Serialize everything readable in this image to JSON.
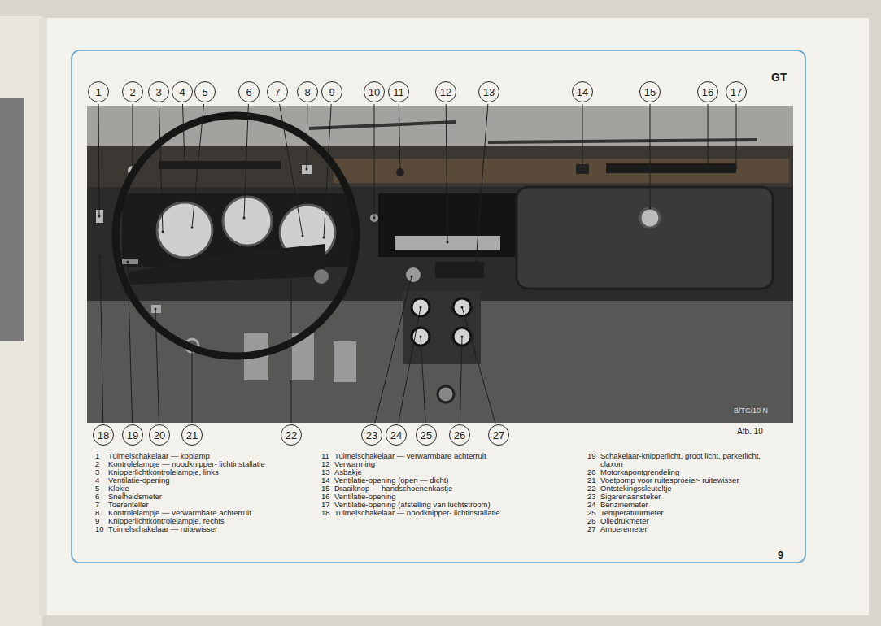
{
  "diagram": {
    "nodes": [
      {
        "text": [
          "1"
        ]
      },
      {
        "text": [
          "2"
        ]
      },
      {
        "text": [
          "3"
        ]
      },
      {
        "text": [
          "4"
        ]
      },
      {
        "text": [
          "5"
        ]
      },
      {
        "text": [
          "6"
        ]
      },
      {
        "text": [
          "7"
        ]
      },
      {
        "text": [
          "8"
        ]
      },
      {
        "text": [
          "9"
        ]
      },
      {
        "text": [
          "10"
        ]
      },
      {
        "text": [
          "11"
        ]
      },
      {
        "text": [
          "12"
        ]
      },
      {
        "text": [
          "13"
        ]
      },
      {
        "text": [
          "14"
        ]
      },
      {
        "text": [
          "15"
        ]
      },
      {
        "text": [
          "16"
        ]
      },
      {
        "text": [
          "17"
        ]
      },
      {
        "text": [
          "18"
        ]
      },
      {
        "text": [
          "19"
        ]
      },
      {
        "text": [
          "20"
        ]
      },
      {
        "text": [
          "21"
        ]
      },
      {
        "text": [
          "22"
        ]
      },
      {
        "text": [
          "23"
        ]
      },
      {
        "text": [
          "24"
        ]
      },
      {
        "text": [
          "25"
        ]
      },
      {
        "text": [
          "26"
        ]
      },
      {
        "text": [
          "27"
        ]
      }
    ],
    "labels": [
      "GT",
      "B/TC/10 N",
      "Afb. 10",
      "1",
      "Tuimelschakelaar — koplamp",
      "2",
      "Kontrolelampje — noodknipper- lichtinstallatie",
      "3",
      "Knipperlichtkontrolelampje, links",
      "4",
      "Ventilatie-opening",
      "5",
      "Klokje",
      "6",
      "Snelheidsmeter",
      "7",
      "Toerenteller",
      "8",
      "Kontrolelampje — verwarmbare achterruit",
      "9",
      "Knipperlichtkontrolelampje, rechts",
      "10",
      "Tuimelschakelaar — ruitewisser",
      "11",
      "Tuimelschakelaar — verwarmbare achterruit",
      "12",
      "Verwarming",
      "13",
      "Asbakje",
      "14",
      "Ventilatie-opening (open — dicht)",
      "15",
      "Draaiknop — handschoenenkastje",
      "16",
      "Ventilatie-opening",
      "17",
      "Ventilatie-opening (afstelling van luchtstroom)",
      "18",
      "Tuimelschakelaar — noodknipper- lichtinstallatie",
      "19",
      "Schakelaar-knipperlicht, groot licht, parkerlicht, claxon",
      "20",
      "Motorkapontgrendeling",
      "21",
      "Voetpomp voor ruitesproeier- ruitewisser",
      "22",
      "Ontstekingssleuteltje",
      "23",
      "Sigarenaansteker",
      "24",
      "Benzinemeter",
      "25",
      "Temperatuurmeter",
      "26",
      "Oliedrukmeter",
      "27",
      "Amperemeter",
      "9"
    ]
  }
}
